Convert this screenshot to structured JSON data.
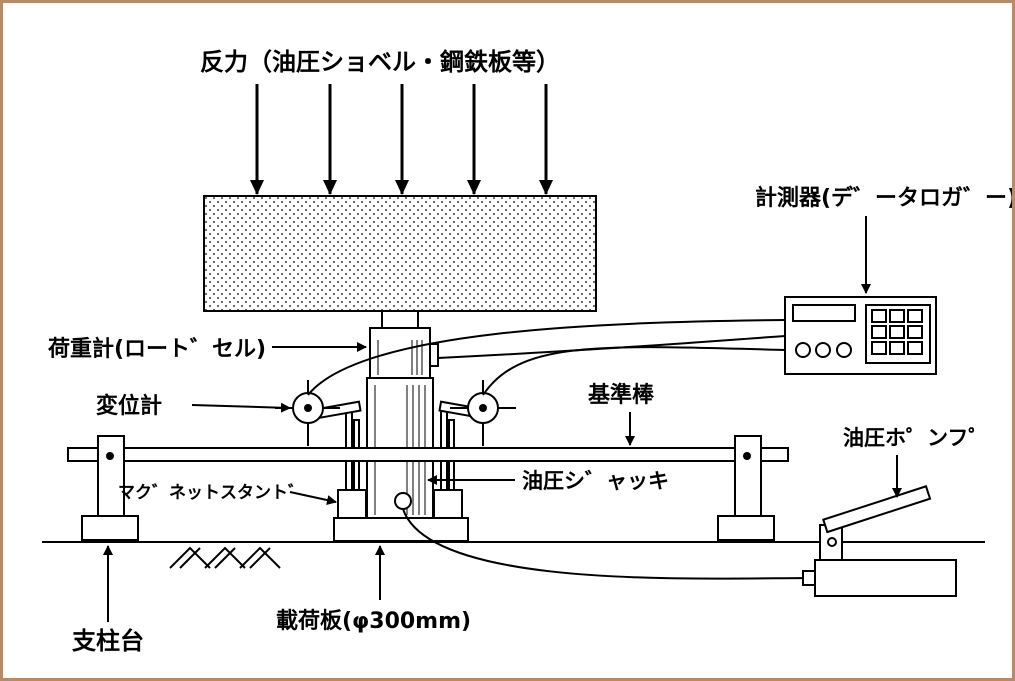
{
  "labels": {
    "reaction": "反力（油圧ショベル・鋼鉄板等）",
    "logger": "計測器(デ゛ータロガ゛ー)",
    "load_cell": "荷重計(ロート゛セル)",
    "displacement": "変位計",
    "reference_beam": "基準棒",
    "magnet_stand": "マク゛ネットスタント゛",
    "hydraulic_jack": "油圧シ゛ャッキ",
    "hydraulic_pump": "油圧ホ゜ンフ゜",
    "loading_plate": "載荷板(φ300mm)",
    "support": "支柱台"
  },
  "colors": {
    "frame": "#b98a68",
    "line": "#000000",
    "background": "#ffffff"
  }
}
